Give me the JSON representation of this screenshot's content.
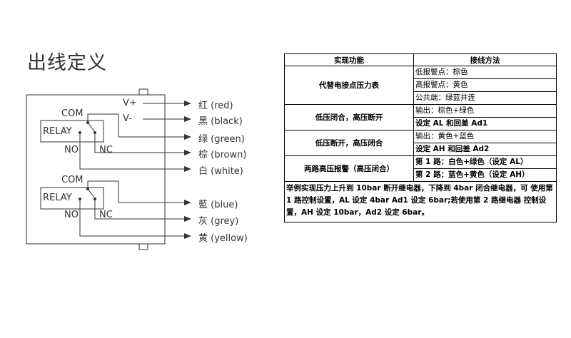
{
  "diagram": {
    "title": "出线定义",
    "relay1": {
      "com": "COM",
      "relay": "RELAY",
      "no": "NO",
      "nc": "NC"
    },
    "relay2": {
      "com": "COM",
      "relay": "RELAY",
      "no": "NO",
      "nc": "NC"
    },
    "terminals": {
      "vplus": "V+",
      "vminus": "V-"
    },
    "wires": [
      {
        "cn": "红",
        "en": "(red)"
      },
      {
        "cn": "黑",
        "en": "(black)"
      },
      {
        "cn": "绿",
        "en": "(green)"
      },
      {
        "cn": "棕",
        "en": "(brown)"
      },
      {
        "cn": "白",
        "en": "(white)"
      },
      {
        "cn": "藍",
        "en": "(blue)"
      },
      {
        "cn": "灰",
        "en": "(grey)"
      },
      {
        "cn": "黄",
        "en": "(yellow)"
      }
    ]
  },
  "table": {
    "headers": [
      "实现功能",
      "接线方法"
    ],
    "rows": [
      {
        "func": "代替电接点压力表",
        "methods": [
          "低报警点：棕色",
          "高报警点：黄色",
          "公共端：绿蓝并连"
        ]
      },
      {
        "func": "低压闭合，高压断开",
        "methods": [
          "输出：棕色+绿色",
          "设定 AL 和回差 Ad1"
        ]
      },
      {
        "func": "低压断开，高压闭合",
        "methods": [
          "输出：黄色+蓝色",
          "设定 AH 和回差 Ad2"
        ]
      },
      {
        "func": "两路高压报警（高压闭合）",
        "methods": [
          "第 1 路：白色+绿色（设定 AL）",
          "第 2 路：蓝色+黄色（设定 AH）"
        ]
      }
    ],
    "note": "举例实现压力上升到 10bar 断开继电器，下降到 4bar 闭合继电器，可 使用第 1 路控制设置，AL 设定 4bar Ad1 设定 6bar;若使用第 2 路继电器 控制设置，AH 设定 10bar，Ad2 设定 6bar。"
  }
}
